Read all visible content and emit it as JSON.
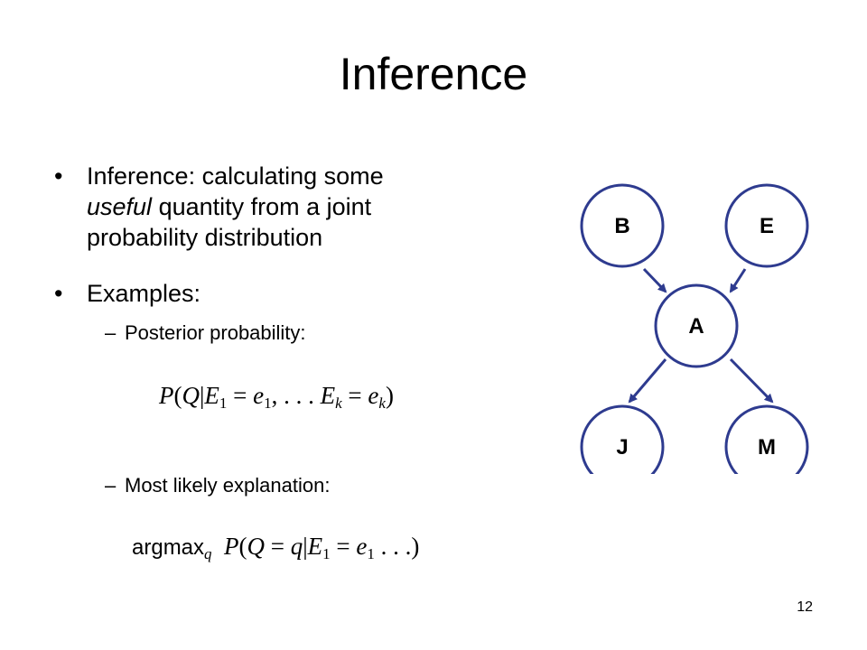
{
  "slide": {
    "title": "Inference",
    "page_number": "12"
  },
  "bullets": [
    {
      "line1_a": "Inference: calculating some",
      "line2_em": "useful",
      "line2_rest": " quantity from a joint",
      "line3": "probability distribution"
    },
    {
      "text": "Examples:"
    }
  ],
  "sub_bullets": [
    {
      "dash": "–",
      "text": "Posterior probability:"
    },
    {
      "dash": "–",
      "text": "Most likely explanation:"
    }
  ],
  "formulas": {
    "posterior": "P(Q|E1 = e1, . . . Ek = ek)",
    "mle": "argmaxq P(Q = q|E1 = e1 . . .)"
  },
  "network": {
    "nodes": [
      {
        "id": "B",
        "label": "B"
      },
      {
        "id": "E",
        "label": "E"
      },
      {
        "id": "A",
        "label": "A"
      },
      {
        "id": "J",
        "label": "J"
      },
      {
        "id": "M",
        "label": "M"
      }
    ],
    "edges": [
      {
        "from": "B",
        "to": "A"
      },
      {
        "from": "E",
        "to": "A"
      },
      {
        "from": "A",
        "to": "J"
      },
      {
        "from": "A",
        "to": "M"
      }
    ],
    "node_stroke_color": "#2e3b8f",
    "edge_color": "#2e3b8f"
  }
}
